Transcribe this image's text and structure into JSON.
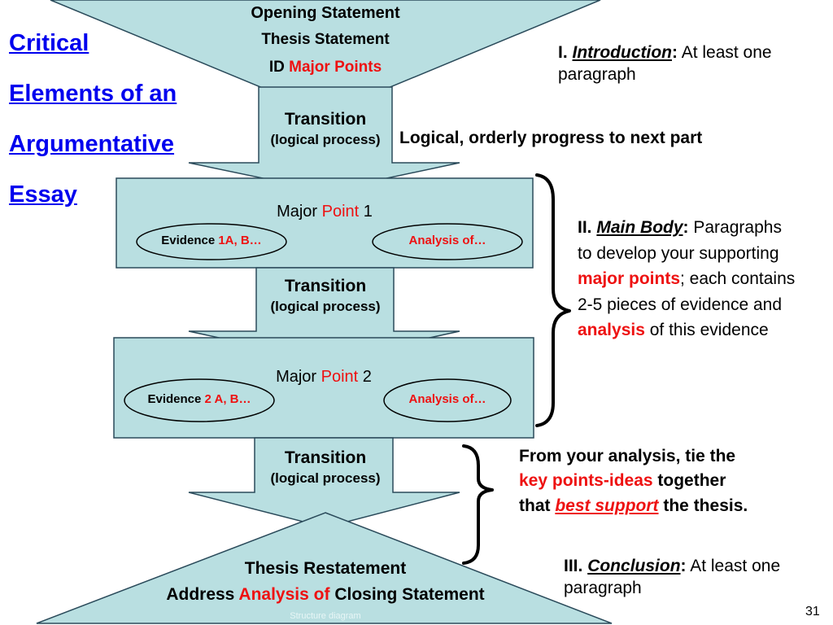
{
  "title_lines": [
    "Critical",
    "Elements of an",
    "Argumentative",
    "Essay"
  ],
  "top": {
    "opening": "Opening Statement",
    "thesis": "Thesis Statement",
    "id_prefix": "ID",
    "id_highlight": "Major Points"
  },
  "transition": {
    "label": "Transition",
    "sub": "(logical process)"
  },
  "intro_note": {
    "numeral": "I.",
    "term": "Introduction",
    "colon": ":",
    "text": "At least one paragraph"
  },
  "transition_note": "Logical, orderly progress to next part",
  "major1": {
    "prefix": "Major",
    "highlight": "Point",
    "suffix": "1",
    "evidence_prefix": "Evidence",
    "evidence_highlight": "1A, B…",
    "analysis": "Analysis of…"
  },
  "major2": {
    "prefix": "Major",
    "highlight": "Point",
    "suffix": "2",
    "evidence_prefix": "Evidence",
    "evidence_highlight": "2 A, B…",
    "analysis": "Analysis of…"
  },
  "body_note": {
    "numeral": "II.",
    "term": "Main Body",
    "colon": ":",
    "p1": "Paragraphs to develop your supporting",
    "h1": "major points",
    "p2": "; each contains 2-5 pieces of evidence and",
    "h2": "analysis",
    "p3": "of this evidence"
  },
  "tie_note": {
    "p1": "From your analysis, tie the",
    "h1": "key points-ideas",
    "p2": "together that",
    "h2": "best support",
    "p3": "the thesis."
  },
  "bottom": {
    "restatement": "Thesis Restatement",
    "address_prefix": "Address",
    "address_highlight": "Analysis of",
    "address_suffix": "Closing Statement"
  },
  "conclusion_note": {
    "numeral": "III.",
    "term": "Conclusion",
    "colon": ":",
    "text": "At least one paragraph"
  },
  "footer_label": "Structure diagram",
  "slide_number": "31"
}
